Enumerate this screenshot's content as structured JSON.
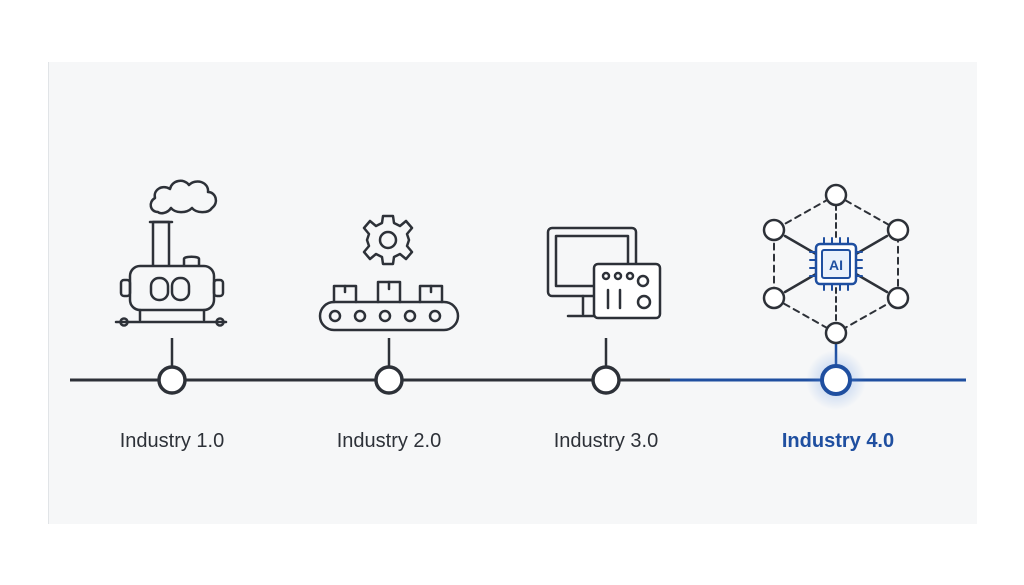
{
  "colors": {
    "ink": "#2d3138",
    "accent": "#1f4fa0",
    "panel": "#f6f7f8"
  },
  "stages": [
    {
      "label": "Industry 1.0",
      "icon": "steam-engine-icon",
      "active": false
    },
    {
      "label": "Industry 2.0",
      "icon": "conveyor-belt-gear-icon",
      "active": false
    },
    {
      "label": "Industry 3.0",
      "icon": "computer-control-panel-icon",
      "active": false
    },
    {
      "label": "Industry 4.0",
      "icon": "ai-network-icon",
      "active": true,
      "chip_text": "AI"
    }
  ]
}
